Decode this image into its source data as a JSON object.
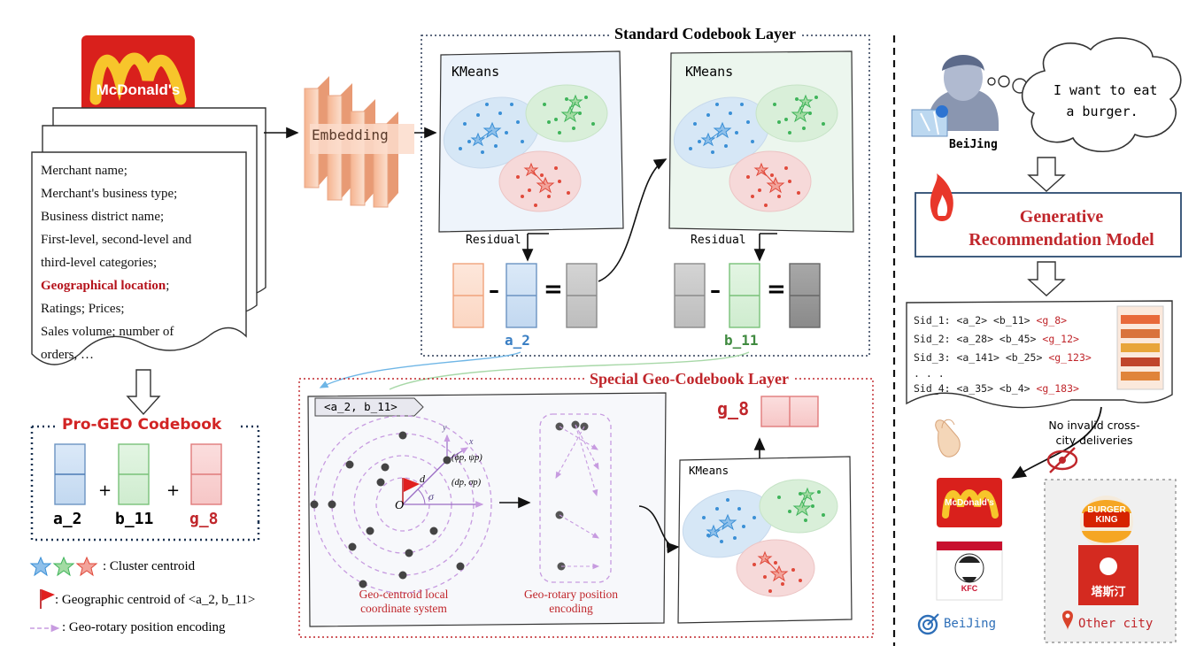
{
  "brand": {
    "mcd": "McDonald's",
    "bk_line1": "BURGER",
    "bk_line2": "KING",
    "kfc": "KFC",
    "tasting": "塔斯汀"
  },
  "doc": {
    "lines": [
      "Merchant name;",
      "Merchant's business type;",
      "Business district name;",
      "First-level, second-level and",
      "third-level categories;",
      "Geographical location",
      "Ratings; Prices;",
      "Sales volume; number of",
      "orders, …"
    ],
    "geo_suffix": ";"
  },
  "embedding_label": "Embedding",
  "standard_layer": {
    "title": "Standard Codebook Layer",
    "kmeans1": "KMeans",
    "kmeans2": "KMeans",
    "residual1": "Residual",
    "residual2": "Residual",
    "op_minus": "–",
    "op_equals": "=",
    "code_a": "a_2",
    "code_b": "b_11"
  },
  "geo_layer": {
    "title": "Special  Geo-Codebook Layer",
    "tag": "<a_2, b_11>",
    "out_code": "g_8",
    "kmeans": "KMeans",
    "caption_left_1": "Geo-centroid local",
    "caption_left_2": "coordinate system",
    "caption_mid_1": "Geo-rotary position",
    "caption_mid_2": "encoding",
    "axis_o": "O",
    "axis_y": "y",
    "axis_x": "x",
    "d_label": "d",
    "sigma_label": "σ",
    "phi_psi": "(ϕp, ψp)",
    "d_sigma": "(dp, σp)"
  },
  "pro_geo": {
    "title": "Pro-GEO Codebook",
    "codes": [
      "a_2",
      "b_11",
      "g_8"
    ],
    "plus": "+"
  },
  "legend": {
    "cluster": ": Cluster centroid",
    "geo_centroid": ": Geographic centroid of  <a_2, b_11>",
    "geo_rotary": ": Geo-rotary position encoding"
  },
  "right": {
    "speech": [
      "I want to eat",
      "a burger."
    ],
    "city": "BeiJing",
    "model_line1": "Generative",
    "model_line2": "Recommendation Model",
    "sids": [
      {
        "prefix": "Sid_1: <a_2> <b_11> ",
        "g": "<g_8>"
      },
      {
        "prefix": "Sid_2: <a_28> <b_45> ",
        "g": "<g_12>"
      },
      {
        "prefix": "Sid_3: <a_141> <b_25> ",
        "g": "<g_123>"
      },
      {
        "prefix": ". . .",
        "g": ""
      },
      {
        "prefix": "Sid_4: <a_35> <b_4> ",
        "g": "<g_183>"
      }
    ],
    "no_invalid": [
      "No invalid cross-",
      "city deliveries"
    ],
    "beijing_label": "BeiJing",
    "other_label": "Other city"
  },
  "colors": {
    "blue": "#3a8fd6",
    "green": "#3fb45a",
    "red": "#e0493b",
    "darkred": "#b5121b",
    "orange": "#f2b690"
  }
}
